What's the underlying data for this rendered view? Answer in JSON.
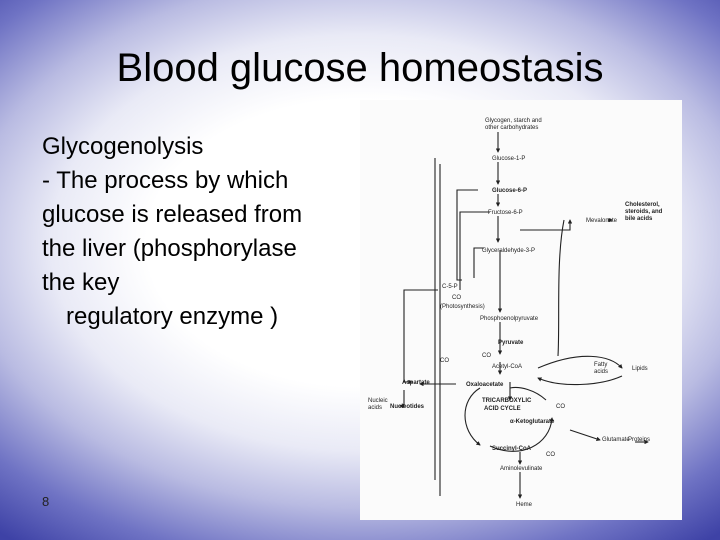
{
  "slide": {
    "title": "Blood glucose homeostasis",
    "body": {
      "heading": "Glycogenolysis",
      "lines": [
        "- The process by which",
        "glucose is released from",
        "the liver (phosphorylase",
        "the key",
        "regulatory enzyme )"
      ]
    },
    "slide_number": "8"
  },
  "diagram": {
    "labels": {
      "glycogen": "Glycogen, starch and",
      "glycogen2": "other carbohydrates",
      "g1p": "Glucose-1-P",
      "g6p": "Glucose-6-P",
      "f6p": "Fructose-6-P",
      "mevalonate": "Mevalonate",
      "cholesterol": "Cholesterol,",
      "steroids": "steroids, and",
      "bile": "bile acids",
      "g3p": "Glyceraldehyde-3-P",
      "c5p": "C-5-P",
      "co2_a": "CO",
      "photo": "(Photosynthesis)",
      "pep": "Phosphoenolpyruvate",
      "pyruvate": "Pyruvate",
      "co2_b": "CO",
      "co2_c": "CO",
      "acetyl": "Acetyl-CoA",
      "fatty": "Fatty",
      "acids": "acids",
      "lipids": "Lipids",
      "aspartate": "Aspartate",
      "oxalo": "Oxaloacetate",
      "nucleic": "Nucleic",
      "acids2": "acids",
      "nucleotides": "Nucleotides",
      "tca1": "TRICARBOXYLIC",
      "tca2": "ACID CYCLE",
      "co2_d": "CO",
      "akg": "α-Ketoglutarate",
      "glutamate": "Glutamate",
      "proteins": "Proteins",
      "succinyl": "Succinyl-CoA",
      "co2_e": "CO",
      "ala": "Aminolevulinate",
      "heme": "Heme"
    }
  }
}
